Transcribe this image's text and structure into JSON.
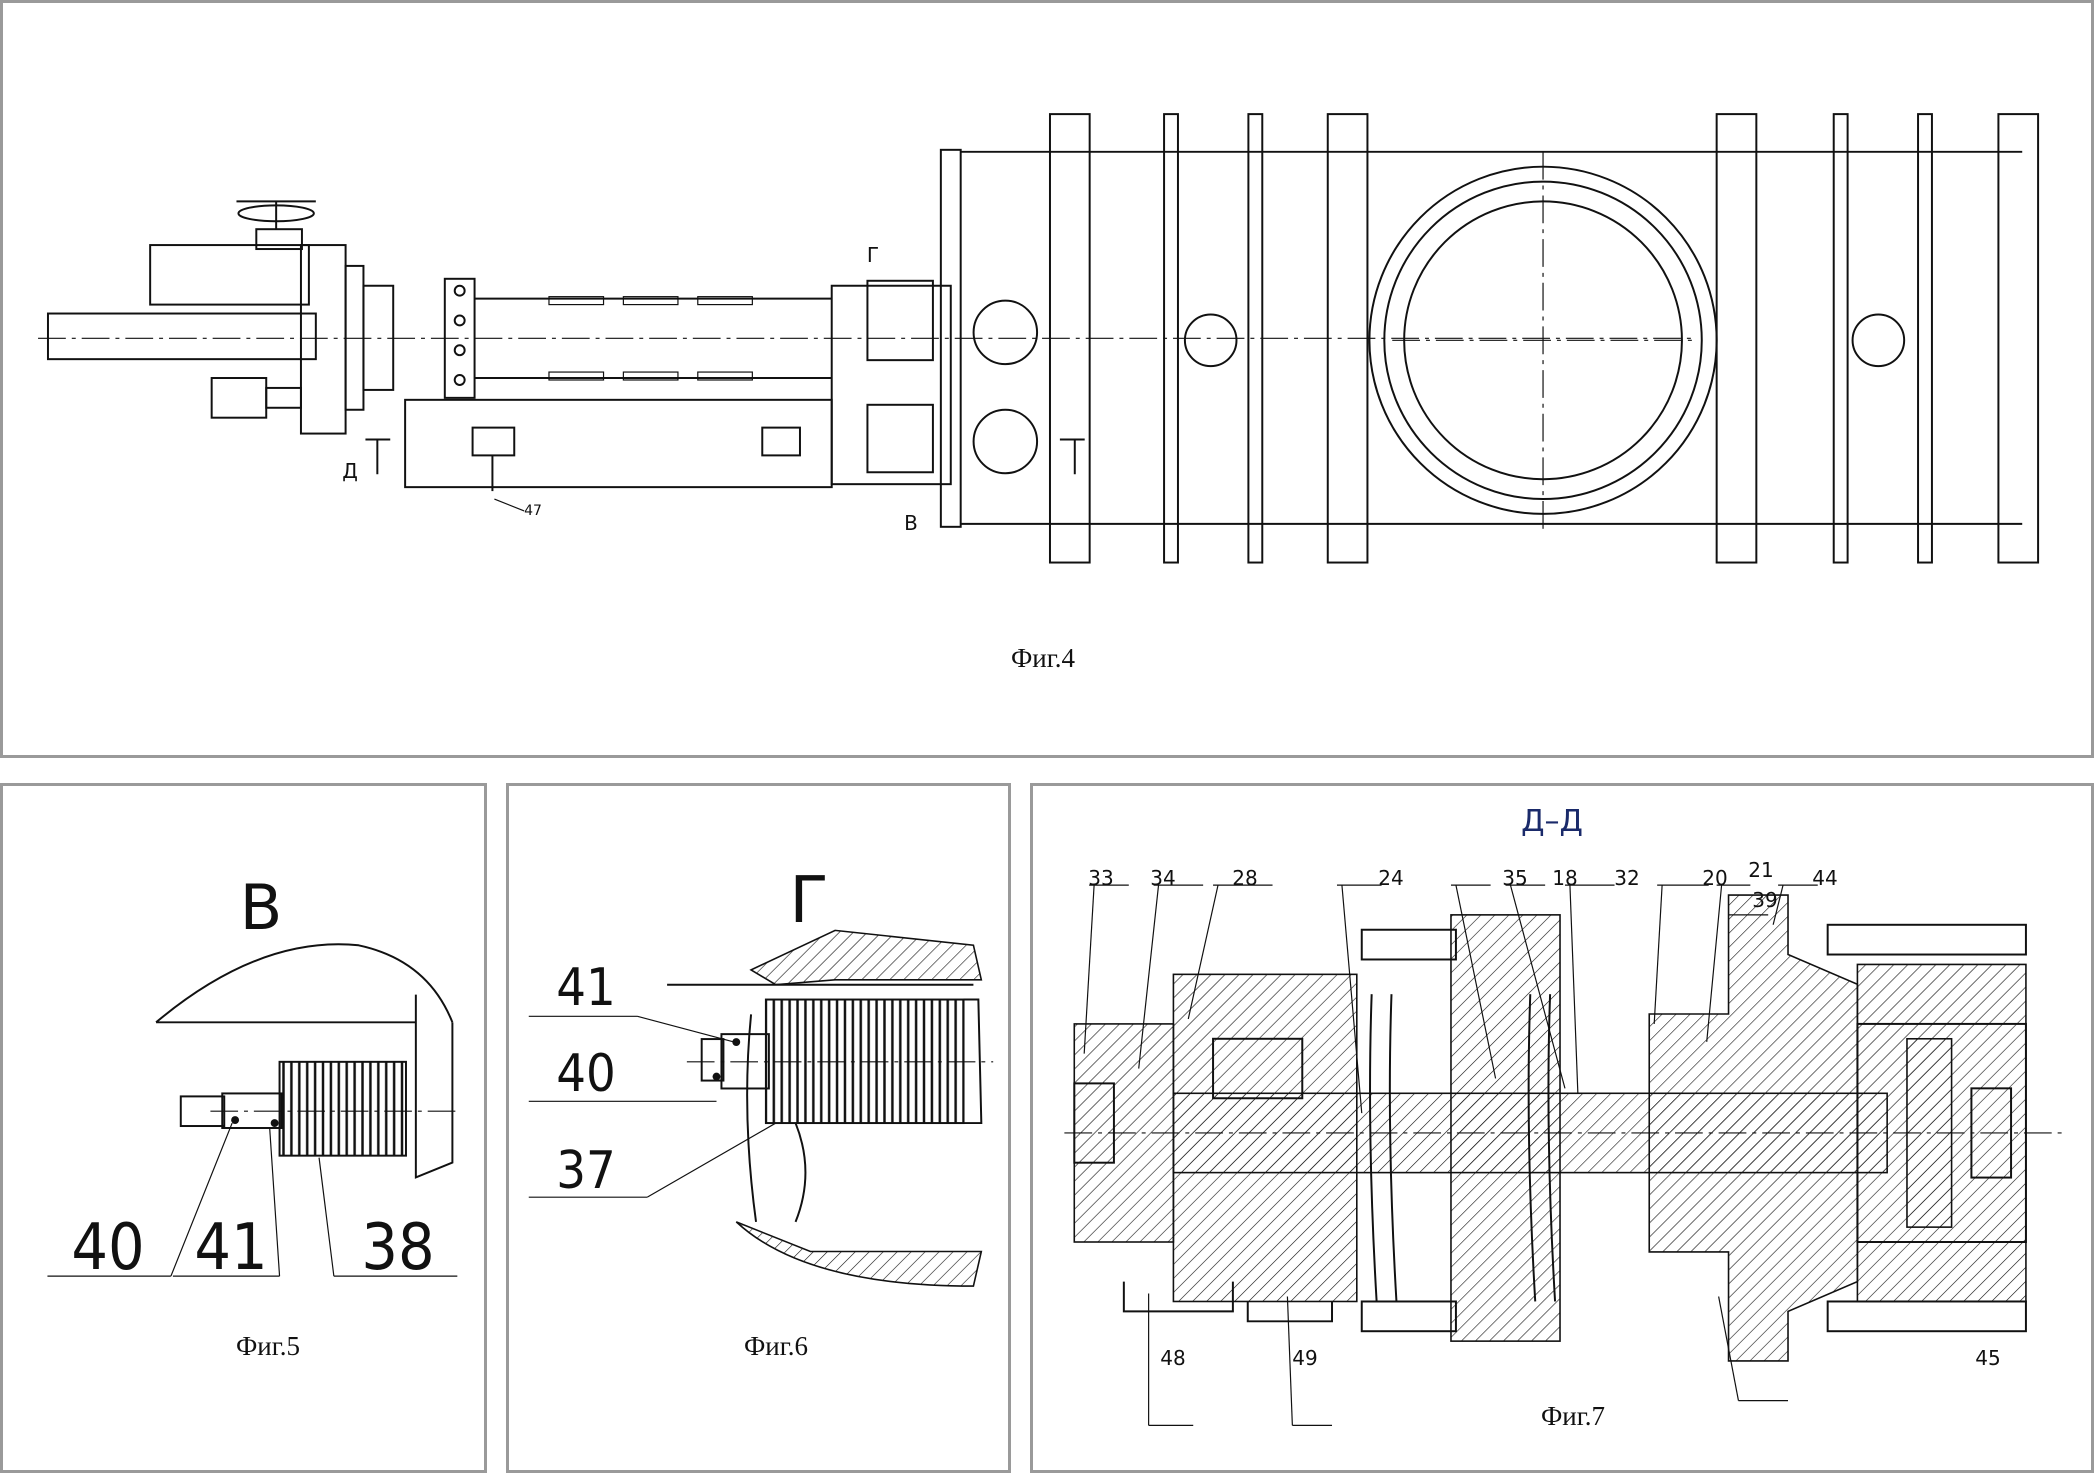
{
  "figures": {
    "fig4": {
      "caption": "Фиг.4",
      "view_marks": {
        "v": "В",
        "g": "Г",
        "d": "Д"
      },
      "callouts": [
        "47"
      ]
    },
    "fig5": {
      "caption": "Фиг.5",
      "view_letter": "В",
      "callouts": [
        "40",
        "41",
        "38"
      ]
    },
    "fig6": {
      "caption": "Фиг.6",
      "view_letter": "Г",
      "callouts": [
        "41",
        "40",
        "37"
      ]
    },
    "fig7": {
      "caption": "Фиг.7",
      "section_title": "Д–Д",
      "callouts_top": [
        "33",
        "34",
        "28",
        "24",
        "35",
        "18",
        "32",
        "20",
        "21",
        "39",
        "44"
      ],
      "callouts_bottom": [
        "48",
        "49",
        "45"
      ]
    }
  },
  "colors": {
    "border": "#9a9a9a",
    "line": "#111111",
    "section_title": "#1a2a6a"
  }
}
